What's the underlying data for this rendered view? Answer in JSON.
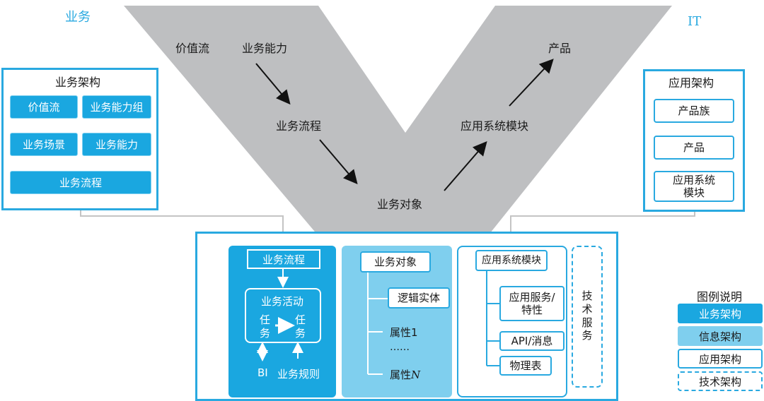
{
  "corners": {
    "left": "业务",
    "right": "IT"
  },
  "v_shape": {
    "value_stream": "价值流",
    "capability": "业务能力",
    "process": "业务流程",
    "object": "业务对象",
    "app_module": "应用系统模块",
    "product": "产品"
  },
  "business_arch": {
    "title": "业务架构",
    "value_stream": "价值流",
    "capability_group": "业务能力组",
    "scenario": "业务场景",
    "capability": "业务能力",
    "process": "业务流程"
  },
  "app_arch": {
    "title": "应用架构",
    "product_family": "产品族",
    "product": "产品",
    "module_line1": "应用系统",
    "module_line2": "模块"
  },
  "process_panel": {
    "process": "业务流程",
    "activity": "业务活动",
    "task_a_line1": "任",
    "task_a_line2": "务",
    "task_b_line1": "任",
    "task_b_line2": "务",
    "bi": "BI",
    "rules": "业务规则"
  },
  "object_panel": {
    "object": "业务对象",
    "entity": "逻辑实体",
    "attr1": "属性1",
    "ellipsis": "……",
    "attrN_prefix": "属性",
    "attrN_suffix": "N"
  },
  "app_panel": {
    "module": "应用系统模块",
    "service_line1": "应用服务/",
    "service_line2": "特性",
    "api": "API/消息",
    "table": "物理表"
  },
  "tech_service": {
    "c1": "技",
    "c2": "术",
    "c3": "服",
    "c4": "务"
  },
  "legend": {
    "title": "图例说明",
    "business": "业务架构",
    "information": "信息架构",
    "application": "应用架构",
    "technology": "技术架构"
  },
  "colors": {
    "accent": "#29a9e0",
    "business_fill": "#1aa7e0",
    "information_fill": "#7fcfee",
    "v_gray": "#bebfc1"
  }
}
